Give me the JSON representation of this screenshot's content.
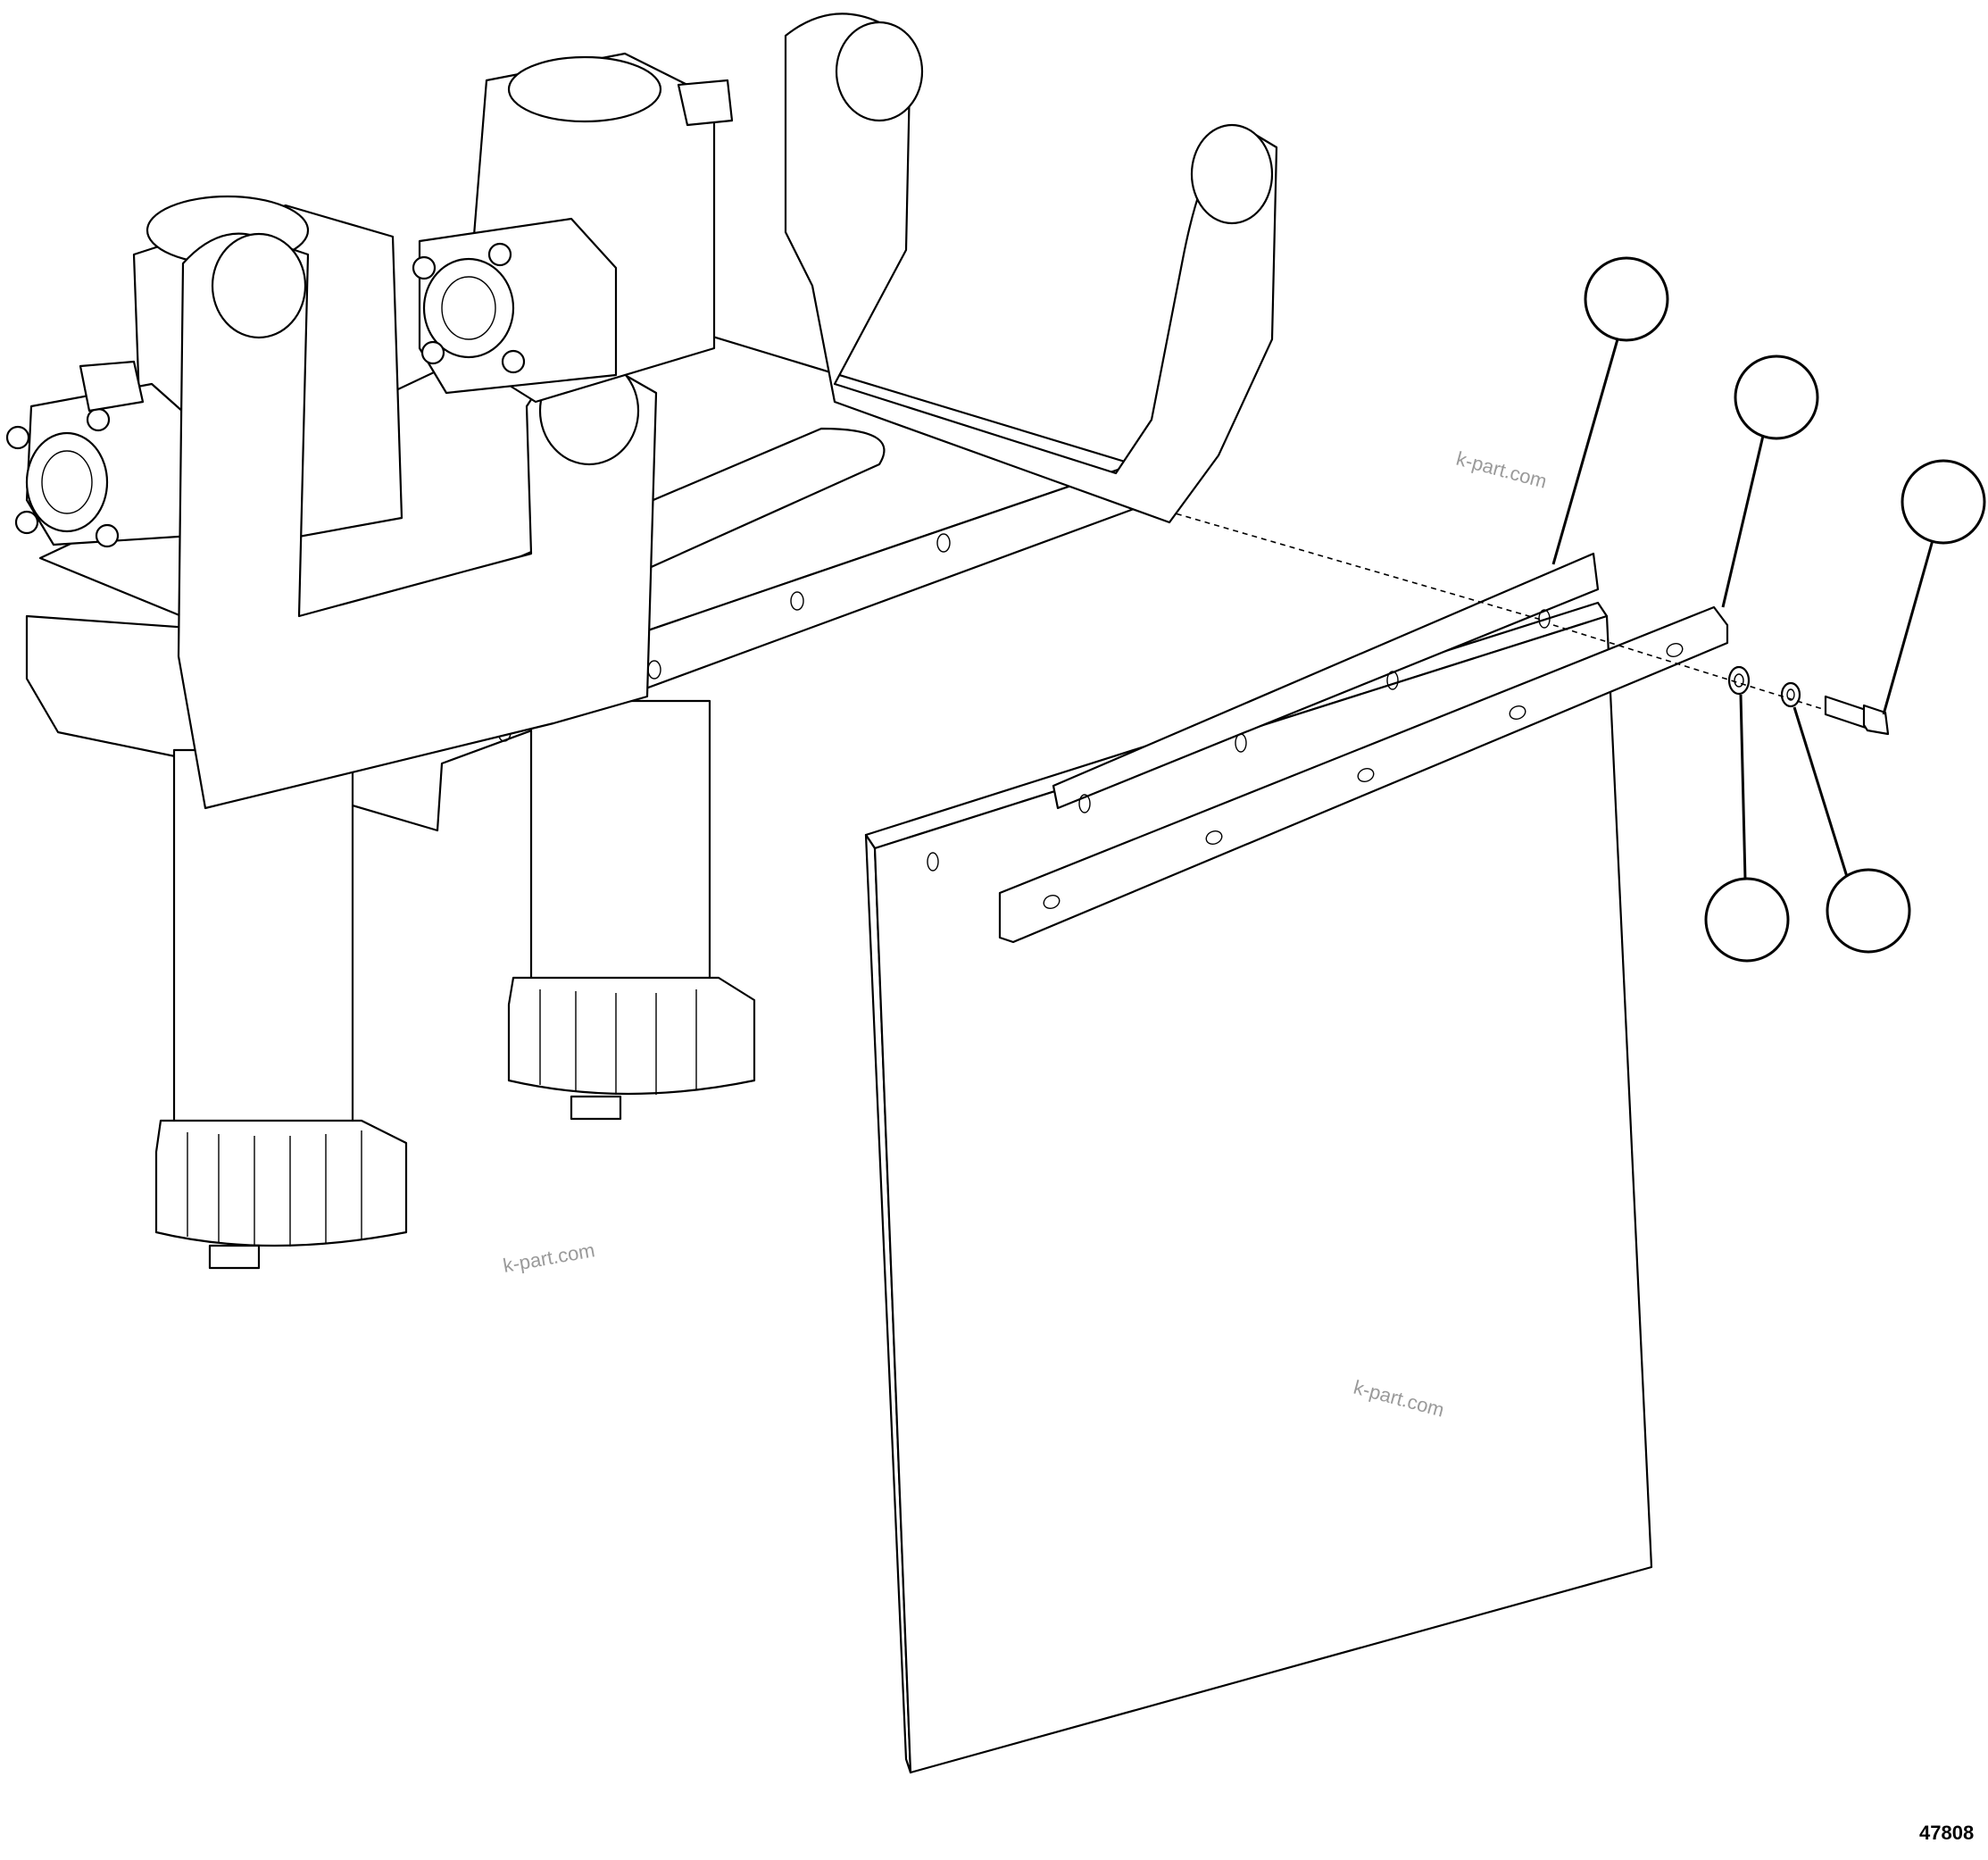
{
  "diagram": {
    "watermark": "k-part.com",
    "figure_number": "47808",
    "callouts": [
      {
        "id": "callout-1",
        "label": ""
      },
      {
        "id": "callout-2",
        "label": ""
      },
      {
        "id": "callout-3",
        "label": ""
      },
      {
        "id": "callout-4",
        "label": ""
      },
      {
        "id": "callout-5",
        "label": ""
      }
    ]
  }
}
